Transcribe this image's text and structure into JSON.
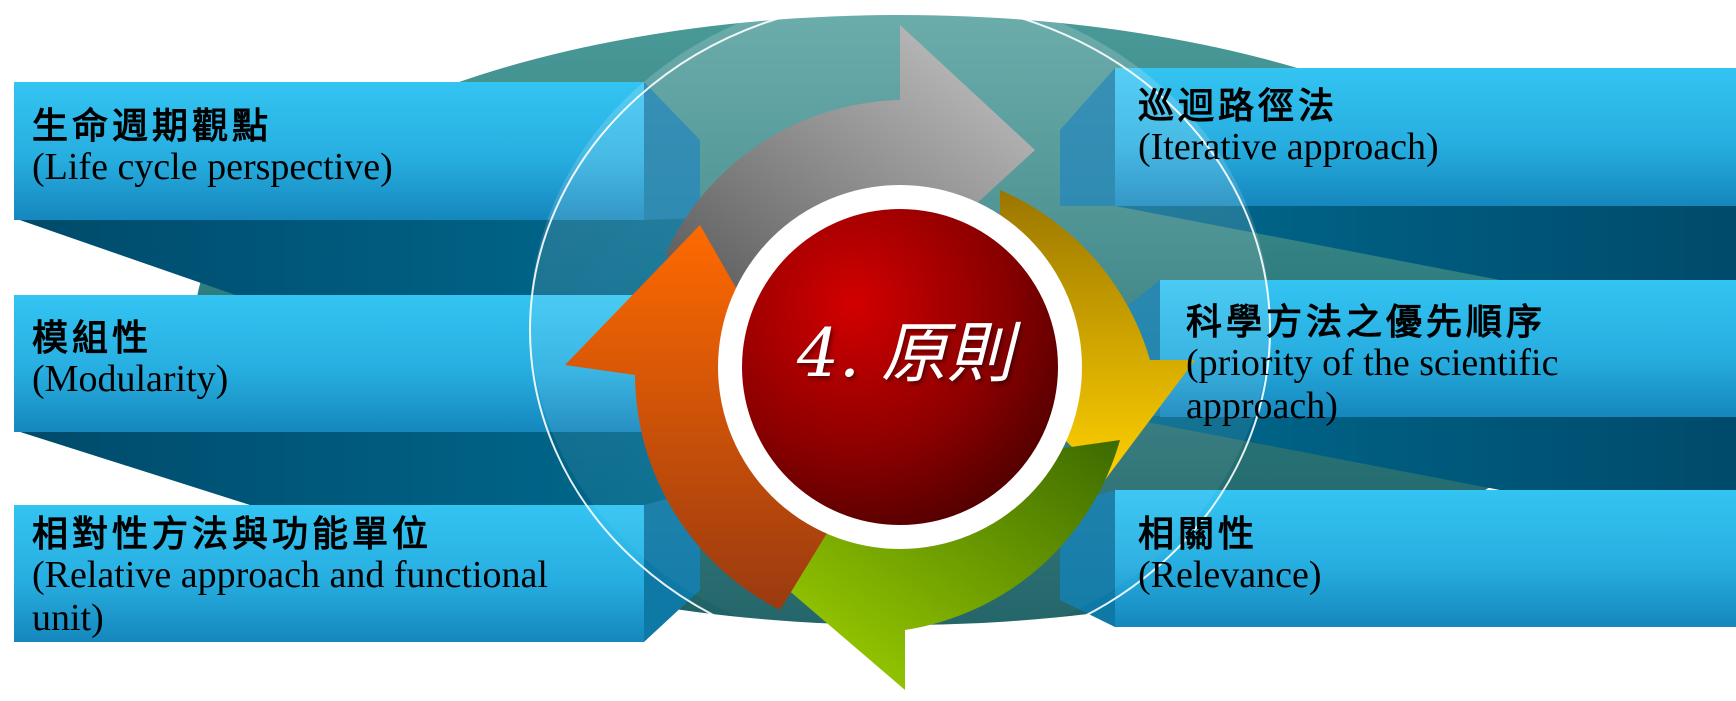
{
  "diagram": {
    "center_title": "4. 原則",
    "items": [
      {
        "id": "life-cycle",
        "zh": "生命週期觀點",
        "en": "(Life cycle perspective)"
      },
      {
        "id": "modularity",
        "zh": "模組性",
        "en": "(Modularity)"
      },
      {
        "id": "relative-approach",
        "zh": "相對性方法與功能單位",
        "en": "(Relative approach and functional unit)"
      },
      {
        "id": "iterative",
        "zh": "巡迴路徑法",
        "en": "(Iterative approach)"
      },
      {
        "id": "priority",
        "zh": "科學方法之優先順序",
        "en": "(priority of the scientific approach)"
      },
      {
        "id": "relevance",
        "zh": "相關性",
        "en": "(Relevance)"
      }
    ]
  },
  "colors": {
    "banner_light": "#35c2f0",
    "banner_dark": "#005577",
    "disc": "#2a7f80",
    "center_dark": "#5a0000",
    "center_light": "#c80000",
    "arrow_gray": "#9c9c9c",
    "arrow_gold": "#d9a800",
    "arrow_green": "#8cc000",
    "arrow_orange": "#f26a10"
  }
}
